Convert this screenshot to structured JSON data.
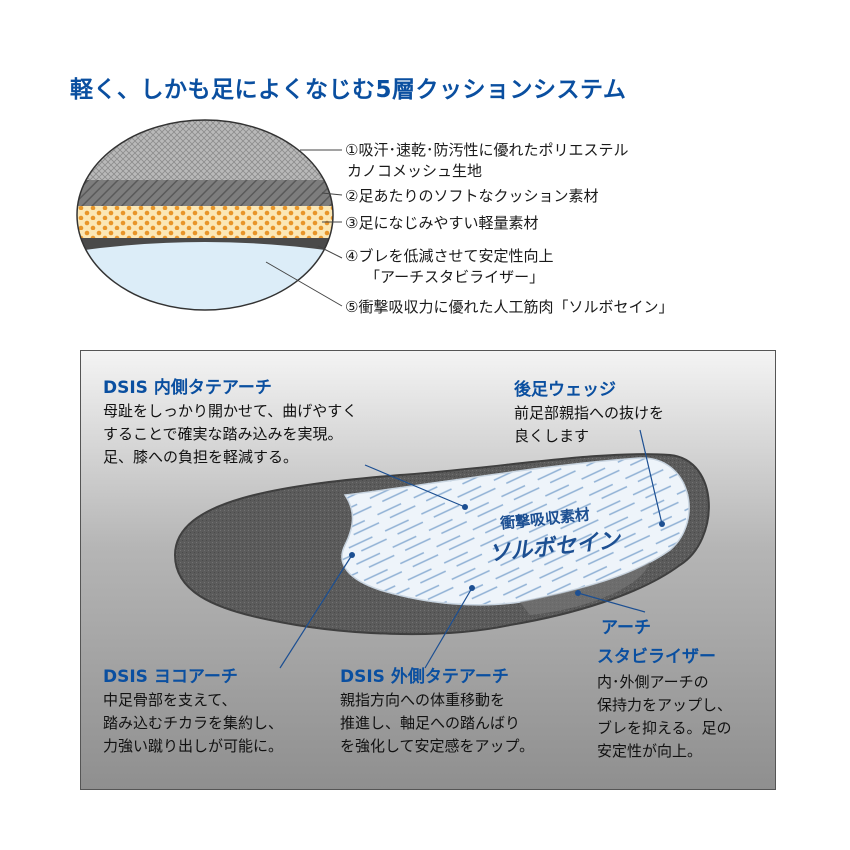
{
  "title": "軽く、しかも足によくなじむ5層クッションシステム",
  "layers": [
    {
      "line1": "①吸汗･速乾･防汚性に優れたポリエステル",
      "line2": "カノコメッシュ生地"
    },
    {
      "line1": "②足あたりのソフトなクッション素材",
      "line2": ""
    },
    {
      "line1": "③足になじみやすい軽量素材",
      "line2": ""
    },
    {
      "line1": "④ブレを低減させて安定性向上",
      "line2": "「アーチスタビライザー」"
    },
    {
      "line1": "⑤衝撃吸収力に優れた人工筋肉「ソルボセイン」",
      "line2": ""
    }
  ],
  "annotations": {
    "dsis_inner": {
      "heading": "DSIS 内側タテアーチ",
      "lines": [
        "母趾をしっかり開かせて、曲げやすく",
        "することで確実な踏み込みを実現。",
        "足、膝への負担を軽減する。"
      ]
    },
    "rear_wedge": {
      "heading": "後足ウェッジ",
      "lines": [
        "前足部親指への抜けを",
        "良くします"
      ]
    },
    "sorbothane": {
      "line1": "衝撃吸収素材",
      "line2": "ソルボセイン"
    },
    "arch_stabilizer": {
      "heading1": "アーチ",
      "heading2": "スタビライザー",
      "lines": [
        "内･外側アーチの",
        "保持力をアップし、",
        "ブレを抑える。足の",
        "安定性が向上。"
      ]
    },
    "dsis_yoko": {
      "heading": "DSIS ヨコアーチ",
      "lines": [
        "中足骨部を支えて、",
        "踏み込むチカラを集約し、",
        "力強い蹴り出しが可能に。"
      ]
    },
    "dsis_outer": {
      "heading": "DSIS 外側タテアーチ",
      "lines": [
        "親指方向への体重移動を",
        "推進し、軸足への踏んばり",
        "を強化して安定感をアップ。"
      ]
    }
  },
  "colors": {
    "title": "#0a4fa0",
    "accent": "#0a4fa0",
    "layer3": "#f4b23c",
    "layer5": "#d8ebf7"
  }
}
